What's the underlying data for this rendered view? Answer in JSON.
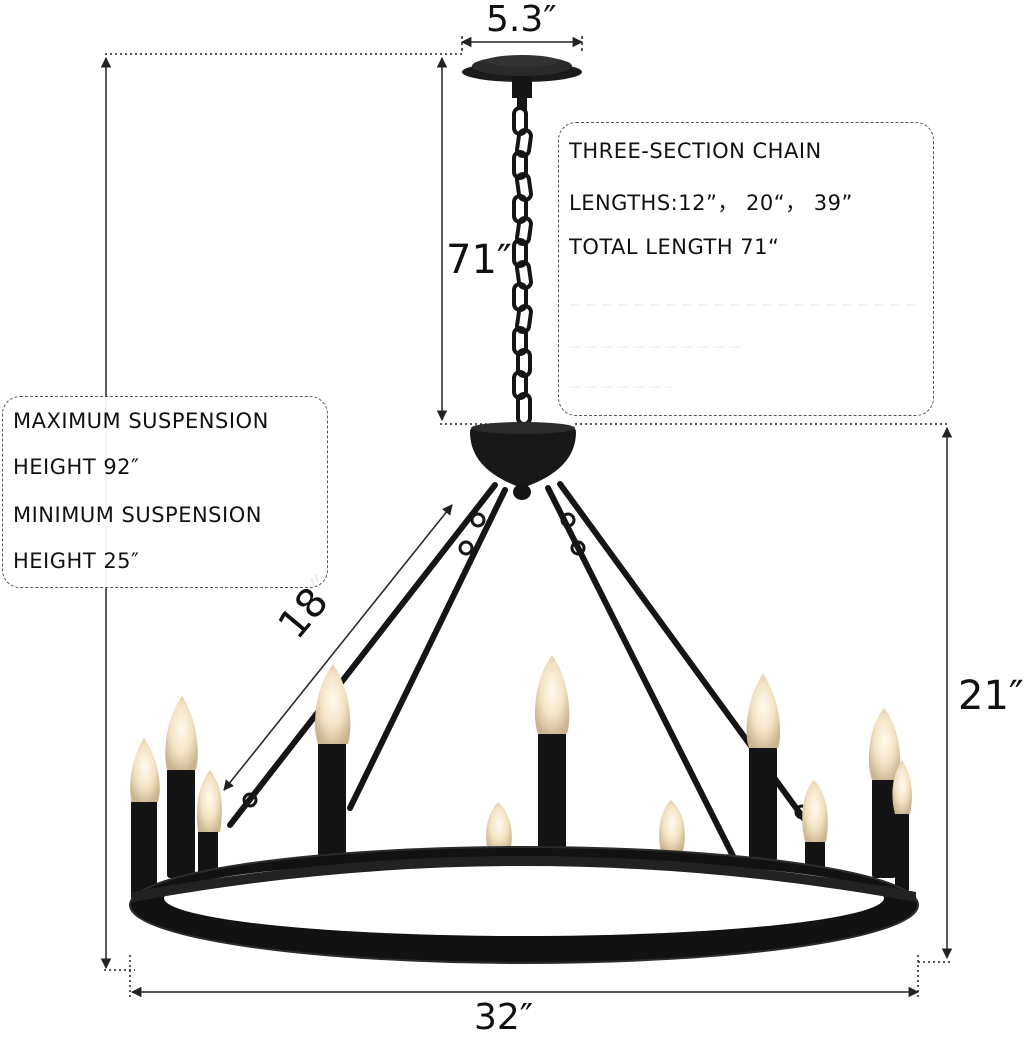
{
  "dimensions": {
    "canopy_width": "5.3″",
    "chain_length": "71″",
    "arm_length": "18″",
    "fixture_height": "21″",
    "ring_diameter": "32″"
  },
  "chain_info": {
    "line1": "THREE-SECTION CHAIN",
    "line2": "LENGTHS:12”， 20“， 39”",
    "line3": "TOTAL LENGTH 71“"
  },
  "suspension_info": {
    "line1": "MAXIMUM SUSPENSION",
    "line2": "HEIGHT 92″",
    "line3": "MINIMUM SUSPENSION",
    "line4": "HEIGHT 25″"
  },
  "colors": {
    "fixture": "#151515",
    "bulb_glow": "#f3e3c4",
    "dimension_line": "#222222"
  }
}
